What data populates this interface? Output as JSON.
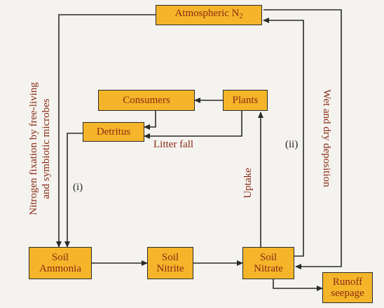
{
  "nodes": {
    "atm_n2": {
      "text": "Atmospheric N",
      "sub": "2"
    },
    "consumers": "Consumers",
    "plants": "Plants",
    "detritus": "Detritus",
    "soil_ammonia": [
      "Soil",
      "Ammonia"
    ],
    "soil_nitrite": [
      "Soil",
      "Nitrite"
    ],
    "soil_nitrate": [
      "Soil",
      "Nitrate"
    ],
    "runoff": [
      "Runoff",
      "seepage"
    ]
  },
  "labels": {
    "fixation": [
      "Nitrogen fixation by free-living",
      "and symbiotic microbes"
    ],
    "deposition": "Wet and dry deposition",
    "uptake": "Uptake",
    "litter_fall": "Litter  fall",
    "marker_i": "(i)",
    "marker_ii": "(ii)"
  },
  "colors": {
    "box_fill": "#f5b52a",
    "text": "#8a2b14",
    "line": "#2b2b2b"
  }
}
